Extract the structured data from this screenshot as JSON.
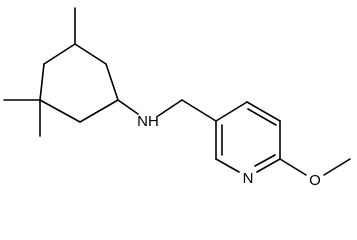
{
  "molecule": {
    "atoms": {
      "amine_label": "NH",
      "pyridine_n_label": "N",
      "ether_o_label": "O"
    },
    "colors": {
      "bond": "#000000",
      "background": "#ffffff"
    }
  }
}
